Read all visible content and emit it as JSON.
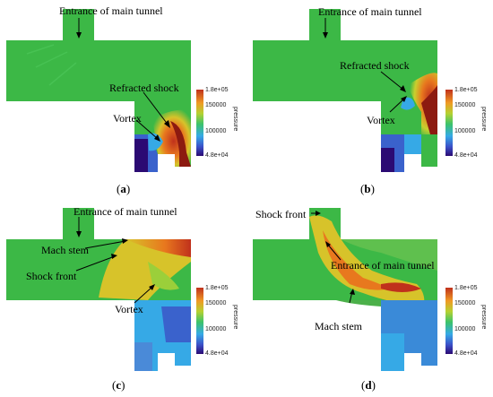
{
  "colors": {
    "field": "#3cb846",
    "high": "#c0311c",
    "low": "#2b0a73",
    "accent": "#e8781e"
  },
  "colorbar": {
    "max": "1.8e+05",
    "t1": "150000",
    "t2": "100000",
    "min": "4.8e+04",
    "title": "pressure"
  },
  "panels": {
    "a": {
      "letter": "a",
      "labels": {
        "entrance": "Entrance of main tunnel",
        "refracted": "Refracted shock",
        "vortex": "Vortex"
      }
    },
    "b": {
      "letter": "b",
      "labels": {
        "entrance": "Entrance of main tunnel",
        "refracted": "Refracted shock",
        "vortex": "Vortex"
      }
    },
    "c": {
      "letter": "c",
      "labels": {
        "entrance": "Entrance of main tunnel",
        "mach": "Mach stem",
        "shock": "Shock front",
        "vortex": "Vortex"
      }
    },
    "d": {
      "letter": "d",
      "labels": {
        "shock": "Shock front",
        "entrance": "Entrance of main tunnel",
        "mach": "Mach stem"
      }
    }
  }
}
